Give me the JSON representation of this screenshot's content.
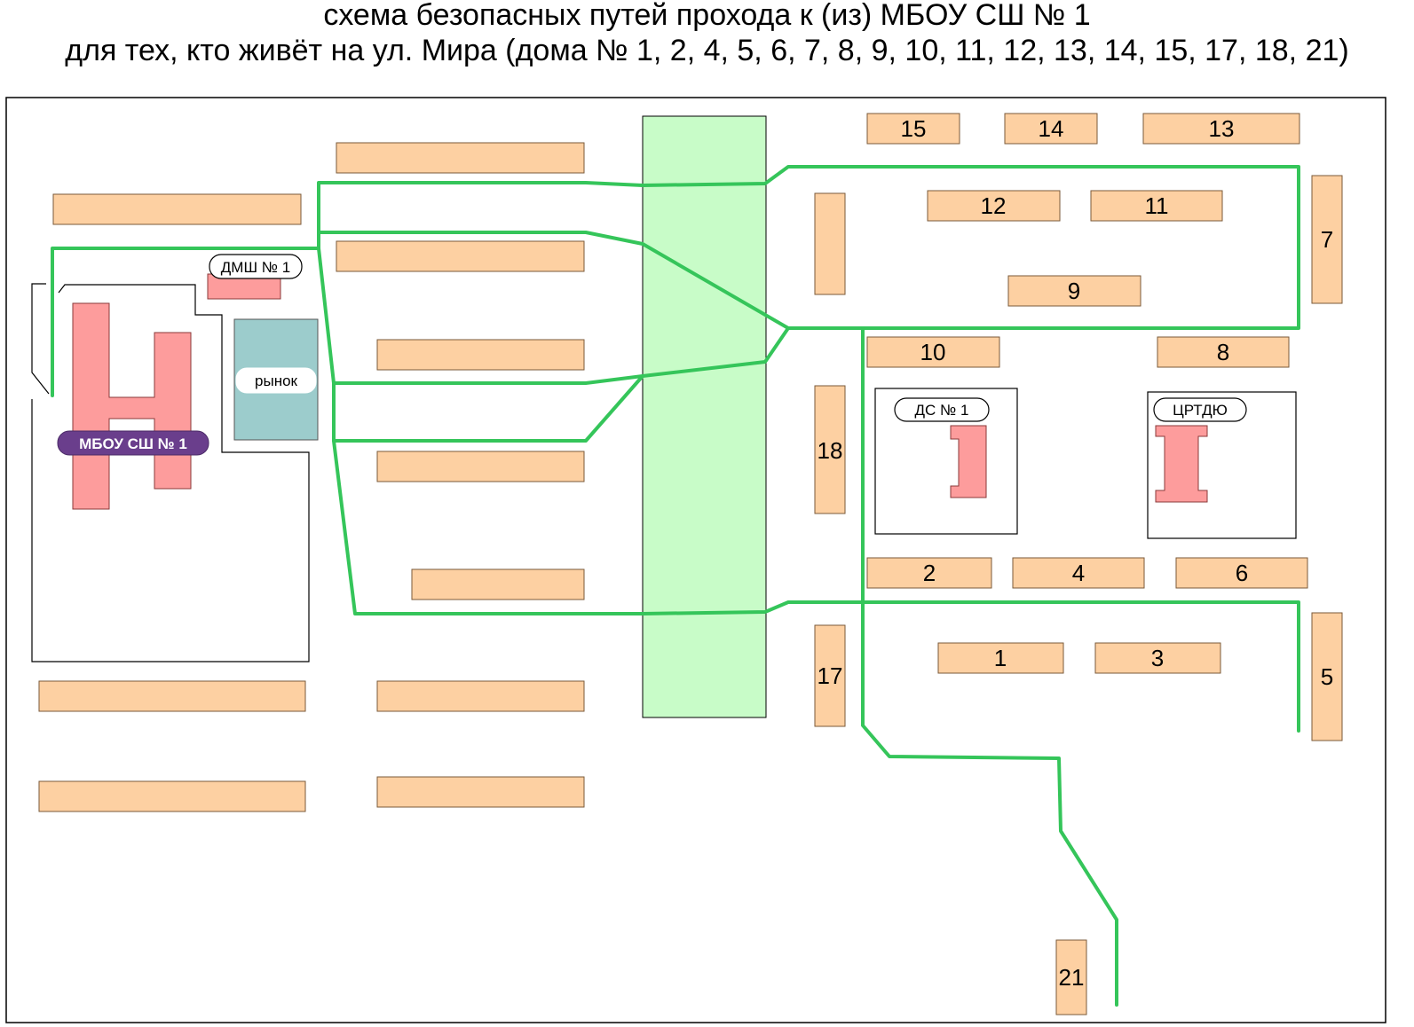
{
  "title": {
    "line1": "схема безопасных путей прохода к (из) МБОУ СШ № 1",
    "line2": "для тех, кто живёт на ул. Мира (дома № 1, 2, 4, 5, 6, 7, 8, 9, 10, 11, 12, 13, 14, 15, 17, 18, 21)"
  },
  "houses": {
    "h1": "1",
    "h2": "2",
    "h3": "3",
    "h4": "4",
    "h5": "5",
    "h6": "6",
    "h7": "7",
    "h8": "8",
    "h9": "9",
    "h10": "10",
    "h11": "11",
    "h12": "12",
    "h13": "13",
    "h14": "14",
    "h15": "15",
    "h17": "17",
    "h18": "18",
    "h21": "21"
  },
  "labels": {
    "school": "МБОУ СШ № 1",
    "music_school": "ДМШ № 1",
    "market": "рынок",
    "kindergarten": "ДС № 1",
    "youth_center": "ЦРТДЮ"
  },
  "colors": {
    "house_fill": "#fdd0a2",
    "route": "#35c55a",
    "park": "#c8fcc8",
    "school_building": "#fd9c9c",
    "market_fill": "#9ccccc",
    "school_badge": "#6a3e8c"
  }
}
